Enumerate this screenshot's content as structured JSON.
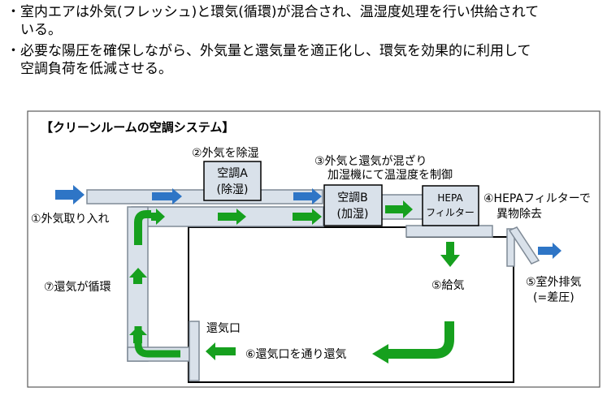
{
  "bullets": [
    {
      "marker": "・",
      "line1": "室内エアは外気(フレッシュ)と環気(循環)が混合され、温湿度処理を行い供給されて",
      "line2": "いる。"
    },
    {
      "marker": "・",
      "line1": "必要な陽圧を確保しながら、外気量と還気量を適正化し、環気を効果的に利用して",
      "line2": "空調負荷を低減させる。"
    }
  ],
  "diagram": {
    "title": "【クリーンルームの空調システム】",
    "unit_a": {
      "line1": "空調A",
      "line2": "(除湿)"
    },
    "unit_b": {
      "line1": "空調B",
      "line2": "(加湿)"
    },
    "hepa": {
      "line1": "HEPA",
      "line2": "フィルター"
    },
    "labels": {
      "step1": "①外気取り入れ",
      "step2": "②外気を除湿",
      "step3_line1": "③外気と還気が混ざり",
      "step3_line2": "加湿機にて温湿度を制御",
      "step4_line1": "④HEPAフィルターで",
      "step4_line2": "異物除去",
      "step5": "⑤給気",
      "step5b_line1": "⑤室外排気",
      "step5b_line2": "(=差圧)",
      "step6": "⑥還気口を通り還気",
      "step7": "⑦還気が循環",
      "return_port": "還気口"
    },
    "colors": {
      "duct_fill": "#d9e1ea",
      "duct_stroke": "#7f8a96",
      "outside_air_arrow": "#2e75c6",
      "return_air_arrow": "#16a01e"
    }
  }
}
